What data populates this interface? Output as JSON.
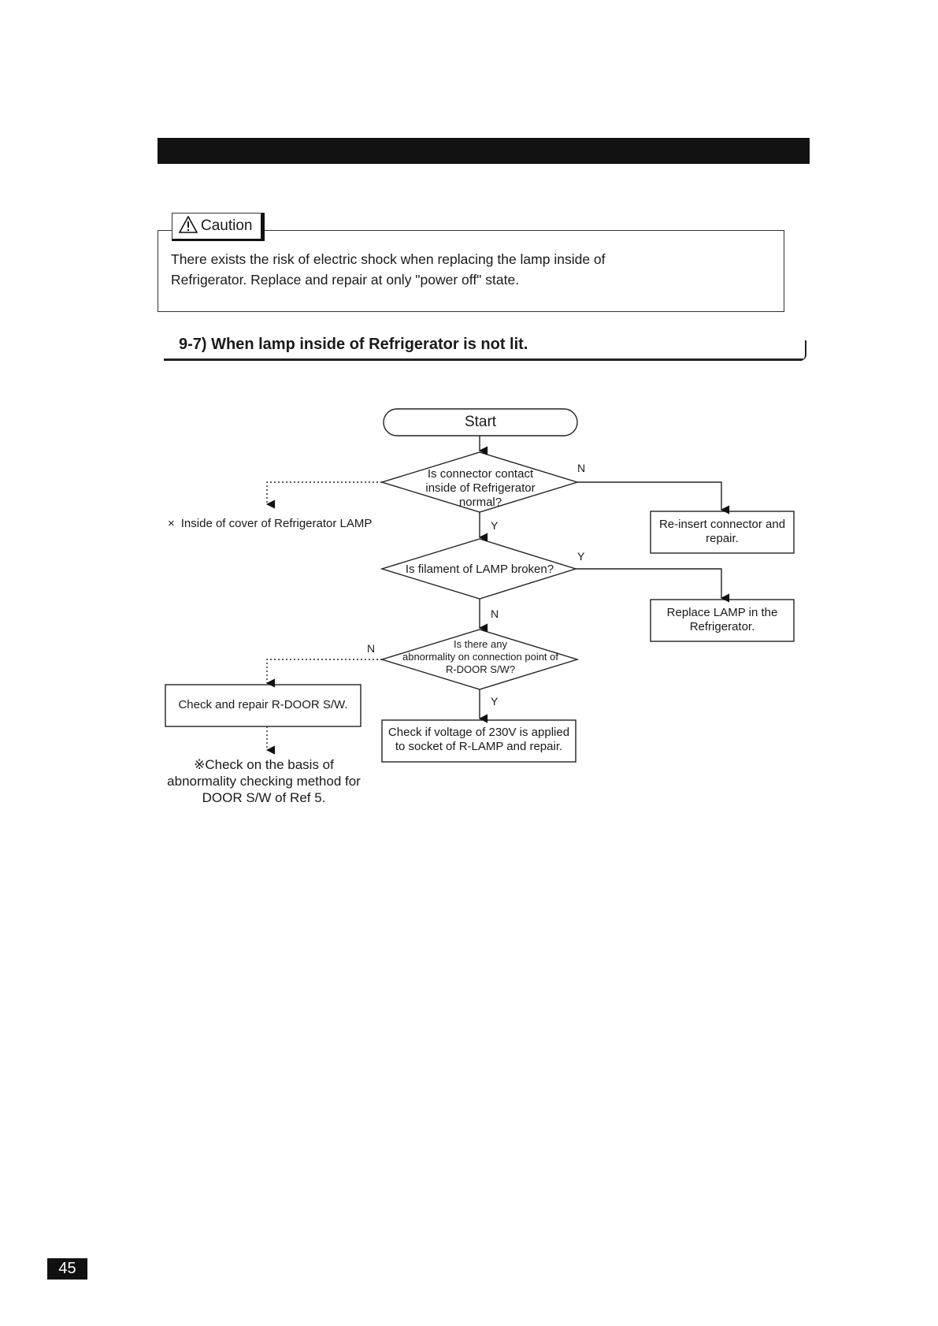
{
  "caution": {
    "label": "Caution",
    "line1": "There exists the risk of electric shock when replacing the lamp inside of",
    "line2": "Refrigerator. Replace and repair at only \"power off\" state."
  },
  "section": {
    "title": "9-7) When lamp inside of Refrigerator is not lit."
  },
  "flow": {
    "start": "Start",
    "decision1": [
      "Is connector contact",
      "inside of Refrigerator",
      "normal?"
    ],
    "decision2": "Is filament of LAMP broken?",
    "decision3": [
      "Is there any",
      "abnormality on connection point of",
      "R-DOOR S/W?"
    ],
    "note1": "Inside of  cover of Refrigerator LAMP",
    "note1_marker": "×",
    "box_reinsert": [
      "Re-insert connector and",
      "repair."
    ],
    "box_replace": [
      "Replace LAMP in the",
      "Refrigerator."
    ],
    "box_check_repair": "Check and repair R-DOOR S/W.",
    "box_check_voltage": [
      "Check if voltage of 230V is applied",
      "to socket of R-LAMP and repair."
    ],
    "note2": [
      "※Check on the basis of",
      "abnormality checking method for",
      "DOOR S/W of Ref 5."
    ],
    "labels": {
      "yes": "Y",
      "no": "N"
    }
  },
  "page": {
    "number": "45"
  }
}
